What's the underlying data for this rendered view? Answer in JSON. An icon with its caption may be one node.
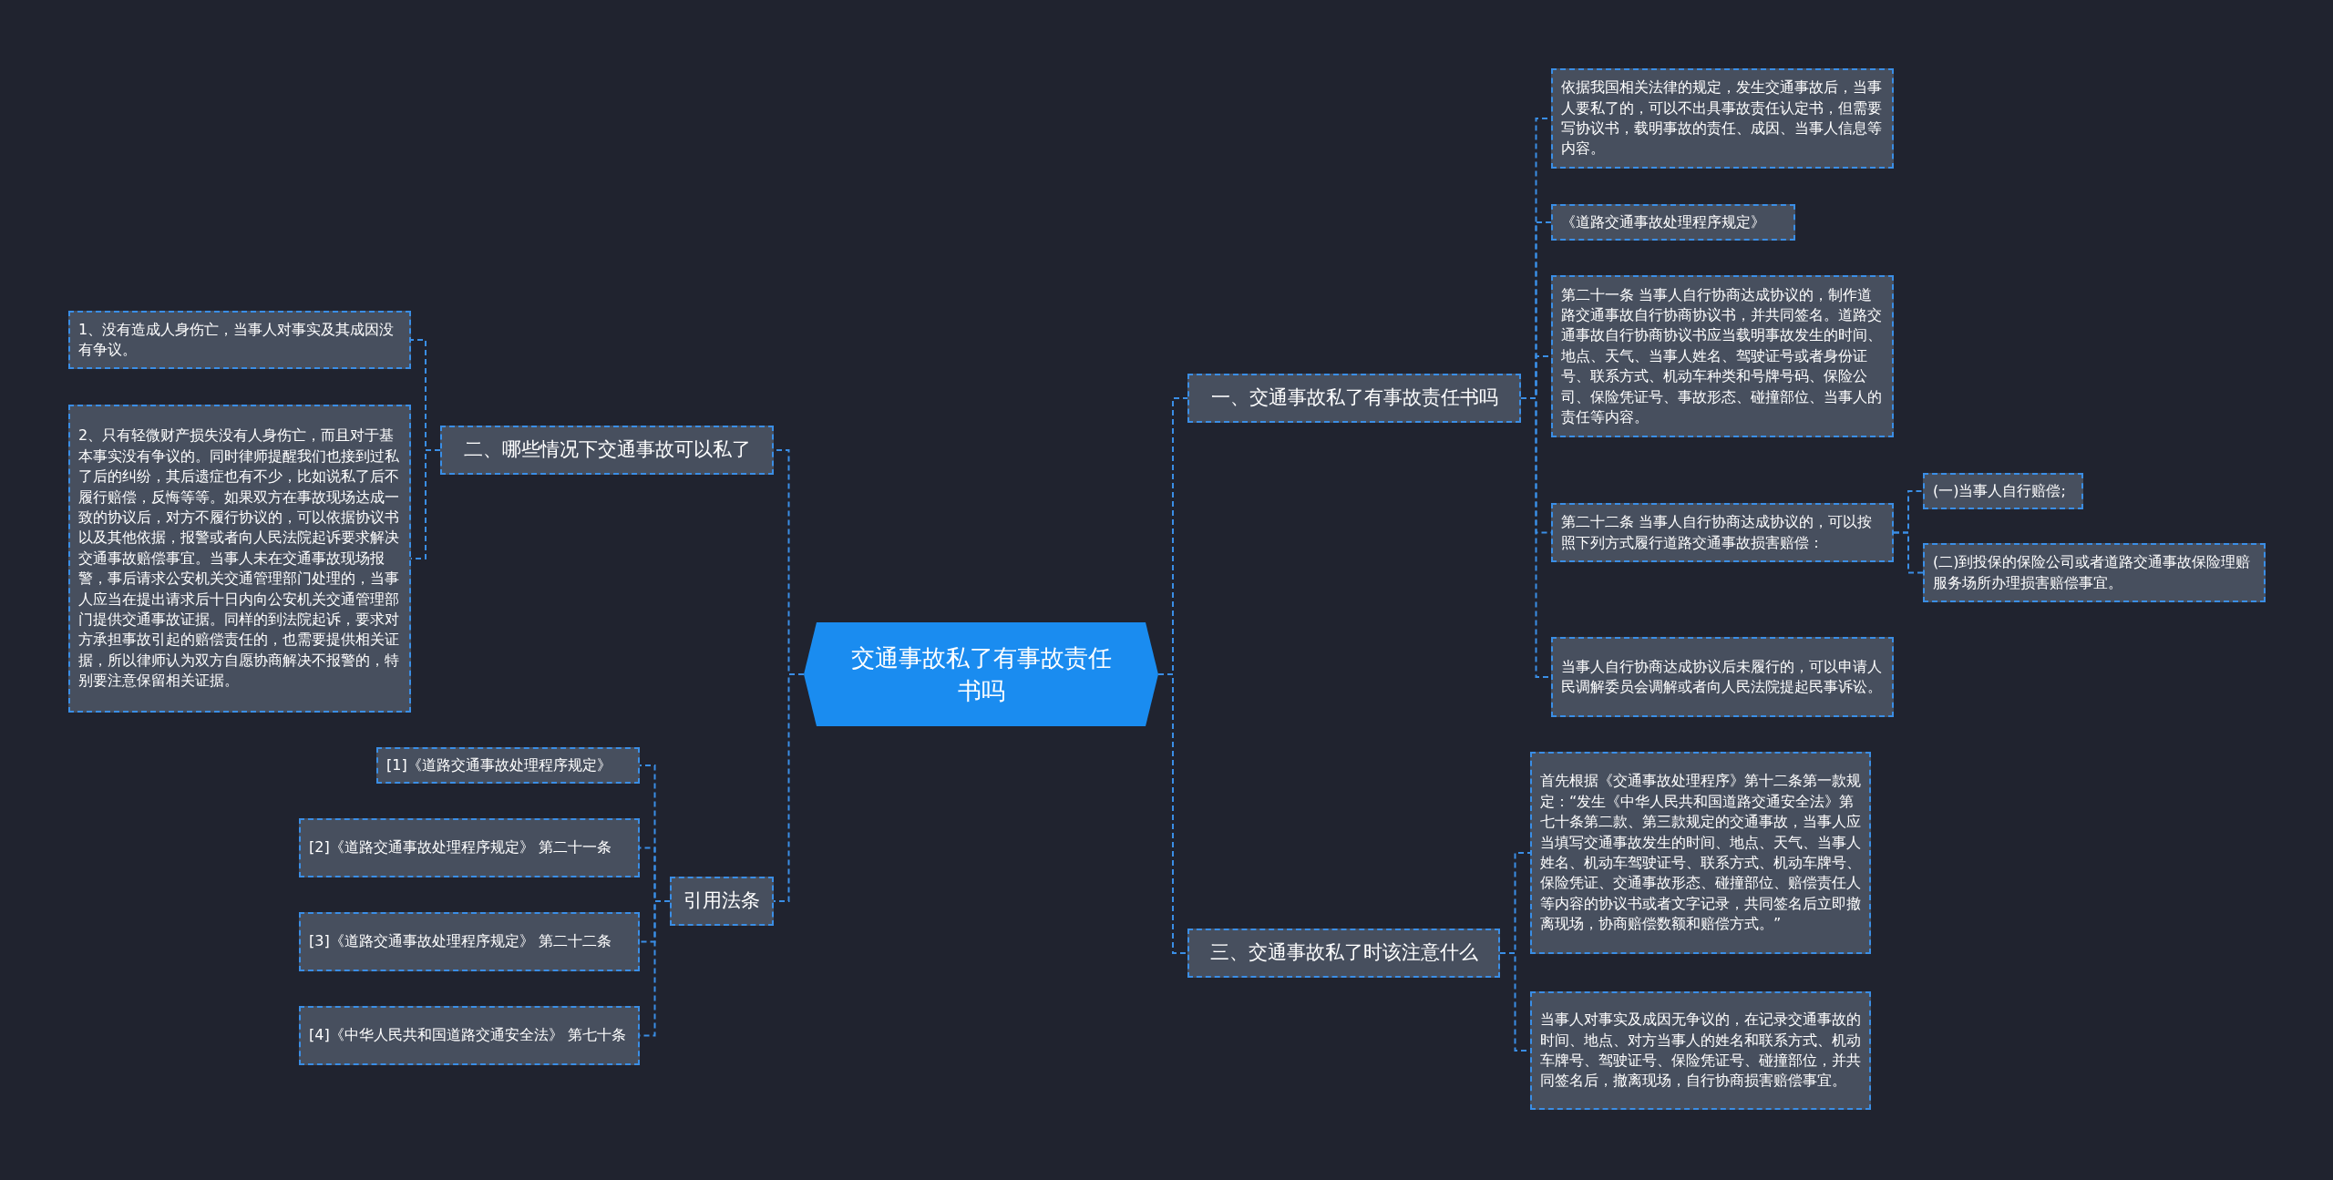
{
  "diagram": {
    "nodes": [
      {
        "text": [
          "交通事故私了有事故责任书吗"
        ]
      },
      {
        "text": [
          "一、交通事故私了有事故责任书吗"
        ]
      },
      {
        "text": [
          "依据我国相关法律的规定，发生交通事故后，当事人要私了的，可以不出具事故责任认定书，但需要写协议书，载明事故的责任、成因、当事人信息等内容。"
        ]
      },
      {
        "text": [
          "《道路交通事故处理程序规定》"
        ]
      },
      {
        "text": [
          "第二十一条 当事人自行协商达成协议的，制作道路交通事故自行协商协议书，并共同签名。道路交通事故自行协商协议书应当载明事故发生的时间、地点、天气、当事人姓名、驾驶证号或者身份证号、联系方式、机动车种类和号牌号码、保险公司、保险凭证号、事故形态、碰撞部位、当事人的责任等内容。"
        ]
      },
      {
        "text": [
          "第二十二条 当事人自行协商达成协议的，可以按照下列方式履行道路交通事故损害赔偿："
        ]
      },
      {
        "text": [
          "(一)当事人自行赔偿;"
        ]
      },
      {
        "text": [
          "(二)到投保的保险公司或者道路交通事故保险理赔服务场所办理损害赔偿事宜。"
        ]
      },
      {
        "text": [
          "当事人自行协商达成协议后未履行的，可以申请人民调解委员会调解或者向人民法院提起民事诉讼。"
        ]
      },
      {
        "text": [
          "三、交通事故私了时该注意什么"
        ]
      },
      {
        "text": [
          "首先根据《交通事故处理程序》第十二条第一款规定：“发生《中华人民共和国道路交通安全法》第七十条第二款、第三款规定的交通事故，当事人应当填写交通事故发生的时间、地点、天气、当事人姓名、机动车驾驶证号、联系方式、机动车牌号、保险凭证、交通事故形态、碰撞部位、赔偿责任人等内容的协议书或者文字记录，共同签名后立即撤离现场，协商赔偿数额和赔偿方式。”"
        ]
      },
      {
        "text": [
          "当事人对事实及成因无争议的，在记录交通事故的时间、地点、对方当事人的姓名和联系方式、机动车牌号、驾驶证号、保险凭证号、碰撞部位，并共同签名后，撤离现场，自行协商损害赔偿事宜。"
        ]
      },
      {
        "text": [
          "二、哪些情况下交通事故可以私了"
        ]
      },
      {
        "text": [
          "1、没有造成人身伤亡，当事人对事实及其成因没有争议。"
        ]
      },
      {
        "text": [
          "2、只有轻微财产损失没有人身伤亡，而且对于基本事实没有争议的。同时律师提醒我们也接到过私了后的纠纷，其后遗症也有不少，比如说私了后不履行赔偿，反悔等等。如果双方在事故现场达成一致的协议后，对方不履行协议的，可以依据协议书以及其他依据，报警或者向人民法院起诉要求解决交通事故赔偿事宜。当事人未在交通事故现场报警，事后请求公安机关交通管理部门处理的，当事人应当在提出请求后十日内向公安机关交通管理部门提供交通事故证据。同样的到法院起诉，要求对方承担事故引起的赔偿责任的，也需要提供相关证据，所以律师认为双方自愿协商解决不报警的，特别要注意保留相关证据。"
        ]
      },
      {
        "text": [
          "引用法条"
        ]
      },
      {
        "text": [
          "[1]《道路交通事故处理程序规定》"
        ]
      },
      {
        "text": [
          "[2]《道路交通事故处理程序规定》 第二十一条"
        ]
      },
      {
        "text": [
          "[3]《道路交通事故处理程序规定》 第二十二条"
        ]
      },
      {
        "text": [
          "[4]《中华人民共和国道路交通安全法》 第七十条"
        ]
      }
    ],
    "edges": [
      {
        "from": 0,
        "to": 1,
        "arrow": "none"
      },
      {
        "from": 1,
        "to": 2,
        "arrow": "none"
      },
      {
        "from": 1,
        "to": 3,
        "arrow": "none"
      },
      {
        "from": 1,
        "to": 4,
        "arrow": "none"
      },
      {
        "from": 1,
        "to": 5,
        "arrow": "none"
      },
      {
        "from": 5,
        "to": 6,
        "arrow": "none"
      },
      {
        "from": 5,
        "to": 7,
        "arrow": "none"
      },
      {
        "from": 1,
        "to": 8,
        "arrow": "none"
      },
      {
        "from": 0,
        "to": 9,
        "arrow": "none"
      },
      {
        "from": 9,
        "to": 10,
        "arrow": "none"
      },
      {
        "from": 9,
        "to": 11,
        "arrow": "none"
      },
      {
        "from": 0,
        "to": 12,
        "arrow": "none"
      },
      {
        "from": 12,
        "to": 13,
        "arrow": "none"
      },
      {
        "from": 12,
        "to": 14,
        "arrow": "none"
      },
      {
        "from": 0,
        "to": 15,
        "arrow": "none"
      },
      {
        "from": 15,
        "to": 16,
        "arrow": "none"
      },
      {
        "from": 15,
        "to": 17,
        "arrow": "none"
      },
      {
        "from": 15,
        "to": 18,
        "arrow": "none"
      },
      {
        "from": 15,
        "to": 19,
        "arrow": "none"
      }
    ]
  }
}
